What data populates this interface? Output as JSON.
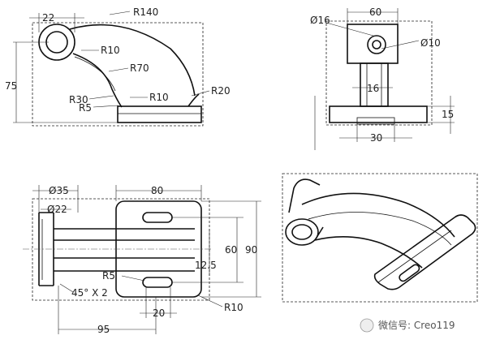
{
  "front_view": {
    "width_22": "22",
    "r140": "R140",
    "r10_top": "R10",
    "r70": "R70",
    "r30": "R30",
    "r5": "R5",
    "r10_bottom": "R10",
    "r20": "R20",
    "height_75": "75"
  },
  "side_view": {
    "dia_16": "Ø16",
    "width_60": "60",
    "dia_10": "Ø10",
    "width_16": "16",
    "height_15": "15",
    "width_30": "30"
  },
  "top_view": {
    "dia_35": "Ø35",
    "dia_22": "Ø22",
    "width_80": "80",
    "height_60": "60",
    "height_90": "90",
    "offset_12_5": "12.5",
    "r5": "R5",
    "chamfer": "45° X 2",
    "width_20": "20",
    "r10": "R10",
    "length_95": "95"
  },
  "watermark": {
    "text": "微信号: Creo119"
  }
}
